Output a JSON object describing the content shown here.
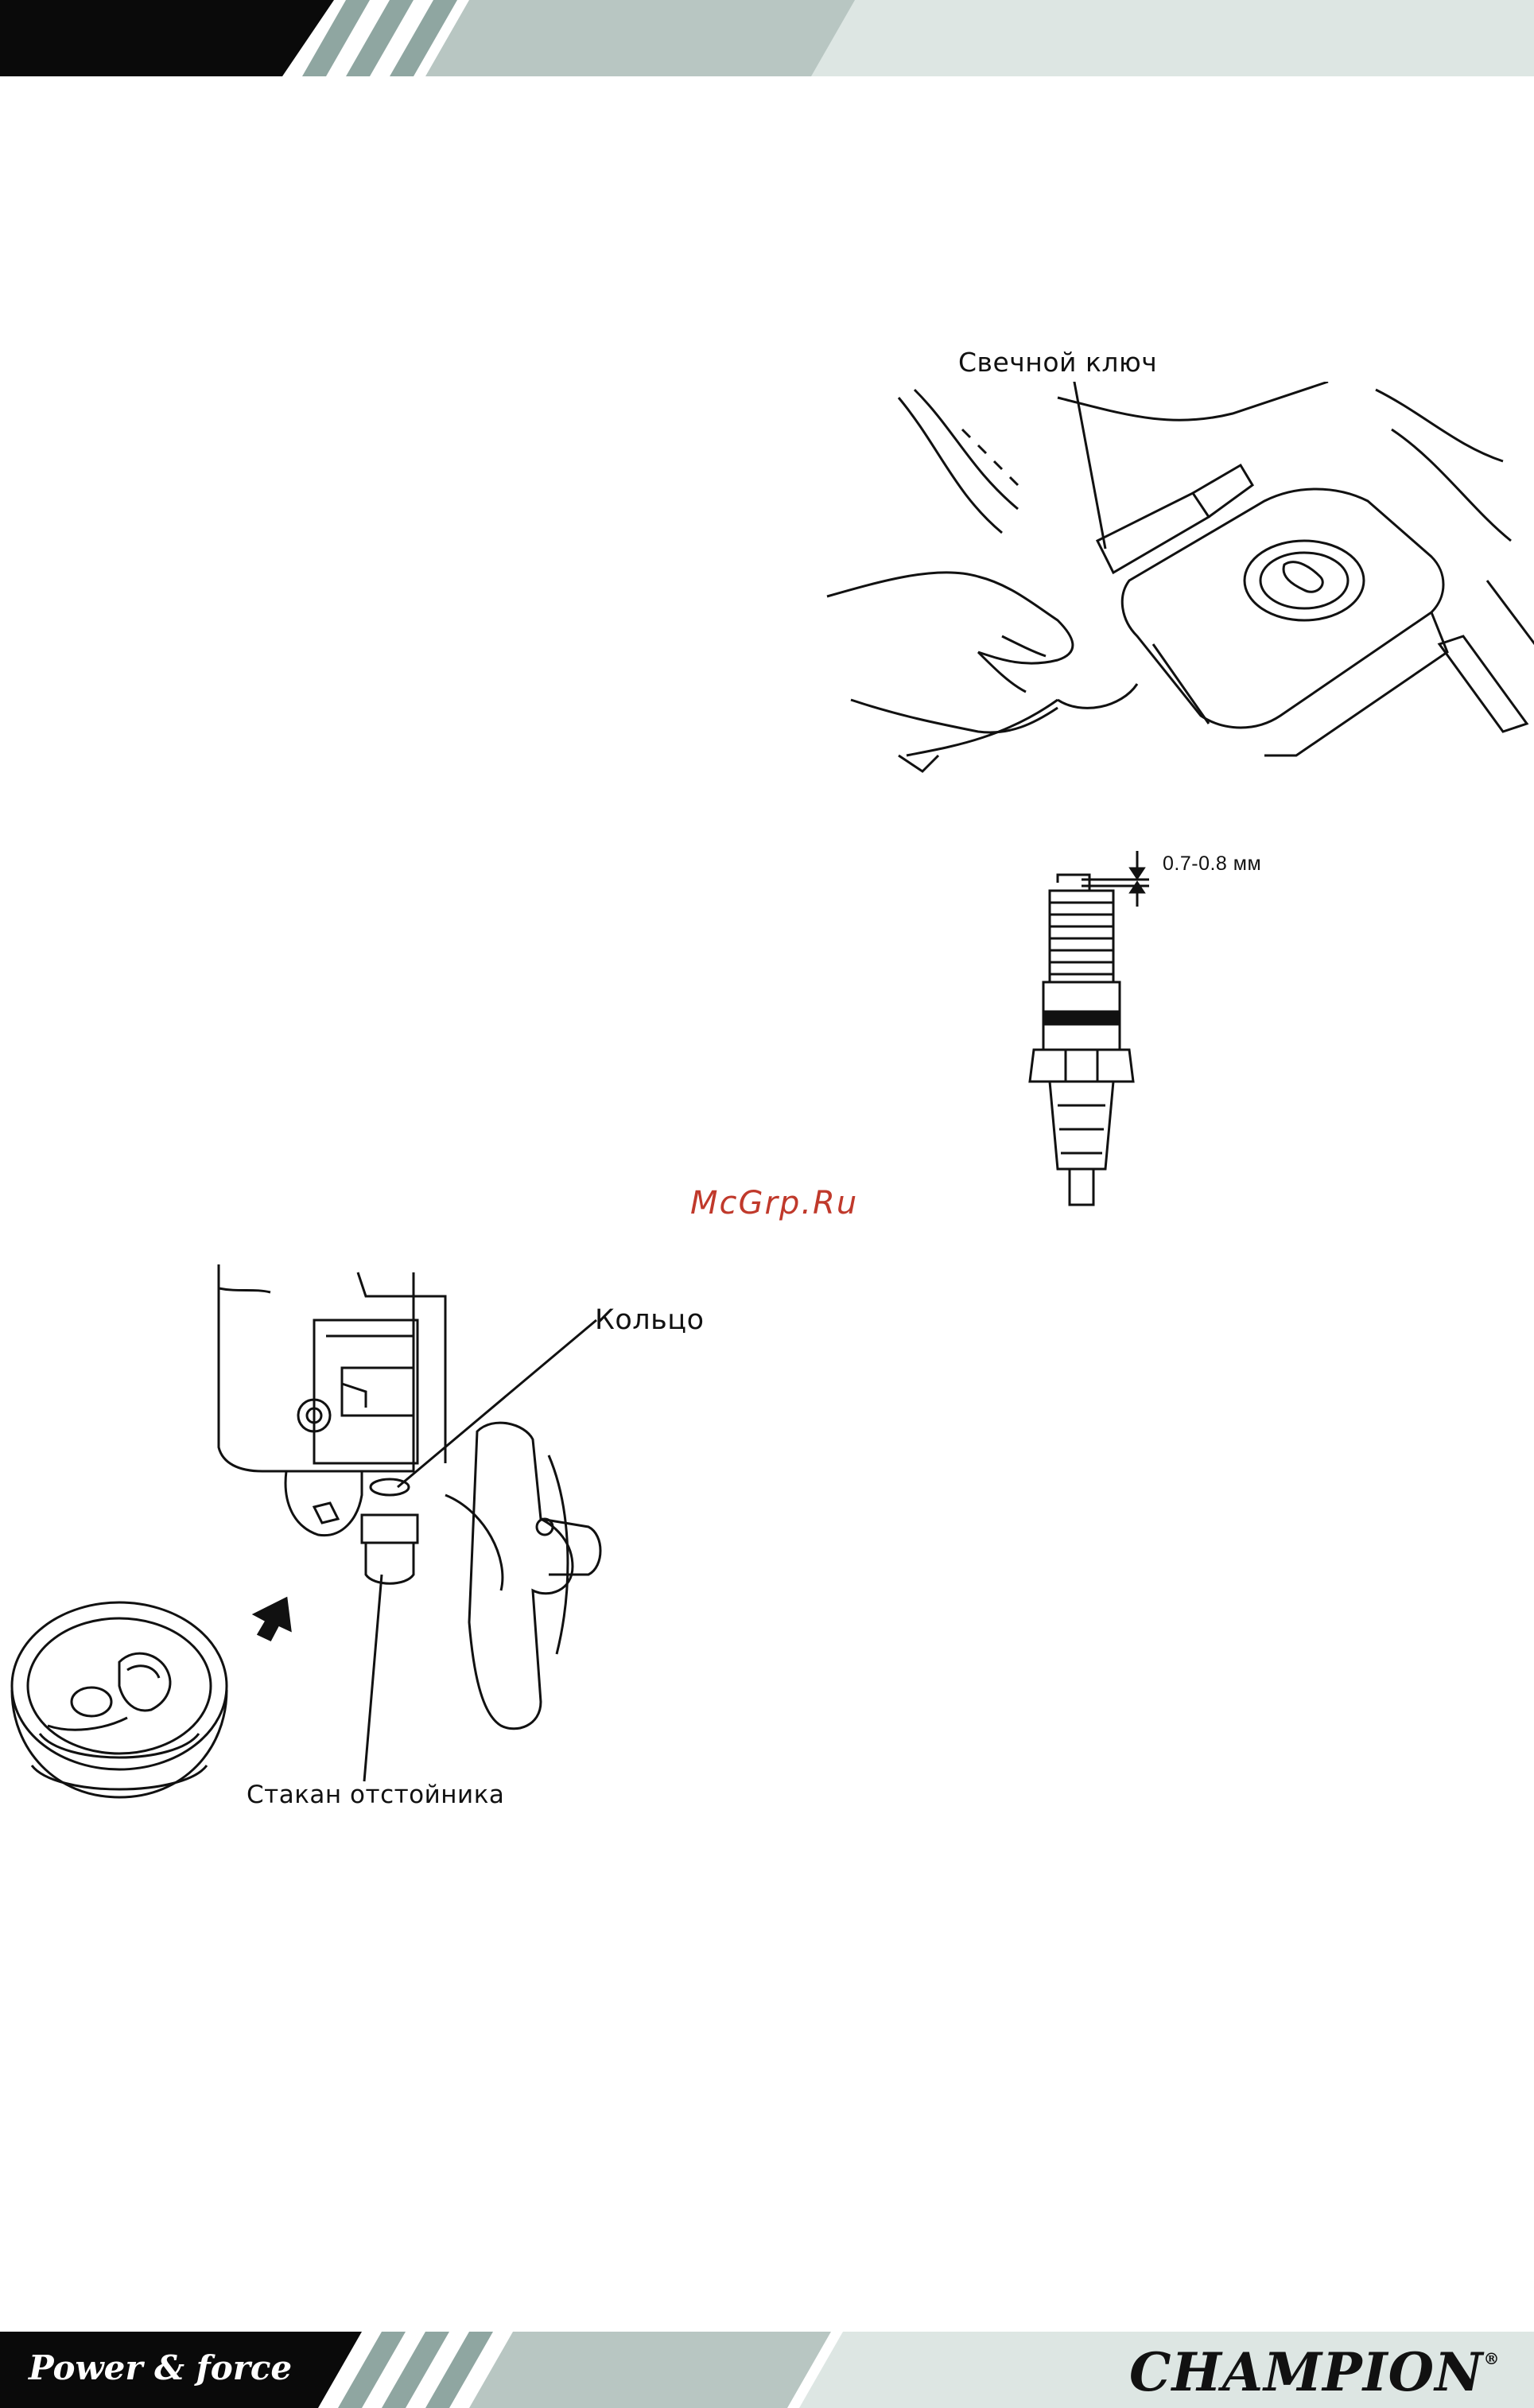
{
  "header": {
    "colors": {
      "dark": "#0a0a0a",
      "stripe": "#8fa6a1",
      "light": "#b8c6c2",
      "pale": "#dde6e3"
    }
  },
  "figures": {
    "wrench": {
      "label": "Свечной  ключ"
    },
    "spark_plug": {
      "gap_label": "0.7-0.8 мм"
    },
    "sediment": {
      "ring_label": "Кольцо",
      "cup_label": "Стакан  отстойника"
    }
  },
  "watermark": "McGrp.Ru",
  "footer": {
    "slogan": "Power & force",
    "brand": "CHAMPION",
    "brand_mark": "®"
  }
}
